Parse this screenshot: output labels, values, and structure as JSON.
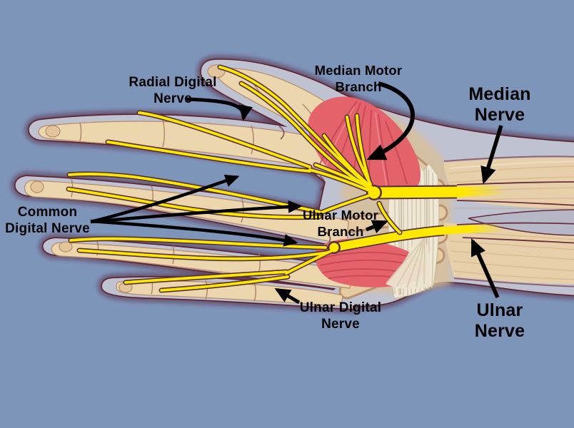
{
  "diagram": {
    "labels": {
      "radial_digital_nerve": "Radial Digital\nNerve",
      "median_motor_branch": "Median Motor\nBranch",
      "median_nerve": "Median\nNerve",
      "common_digital_nerve": "Common\nDigital Nerve",
      "ulnar_motor_branch": "Ulnar Motor\nBranch",
      "ulnar_digital_nerve": "Ulnar Digital\nNerve",
      "ulnar_nerve": "Ulnar\nNerve"
    },
    "colors": {
      "background": "#7e95ba",
      "skin": "#bfc2d0",
      "outline": "#5e2130",
      "bone": "#ecd6ae",
      "muscle_red": "#e4636b",
      "ligament": "#efe8d6",
      "nerve_yellow": "#ffe800",
      "label_text": "#000000"
    }
  }
}
